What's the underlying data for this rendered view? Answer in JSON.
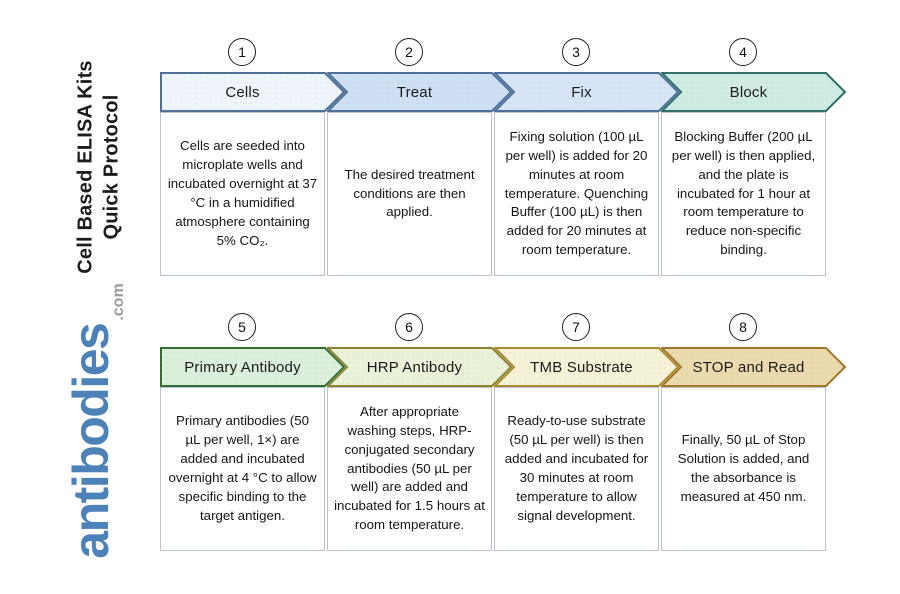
{
  "branding": {
    "vertical_title_line1": "Cell Based ELISA Kits",
    "vertical_title_line2": "Quick Protocol",
    "logo_text": "antibodies",
    "logo_suffix": ".com",
    "logo_color": "#4d82b8",
    "logo_suffix_color": "#9b9b9b"
  },
  "steps": [
    {
      "number": "1",
      "label": "Cells",
      "description": "Cells are seeded into microplate wells and incubated overnight at 37 °C in a humidified atmosphere containing 5% CO₂.",
      "fill": "#eff5fb",
      "stroke": "#4d7099"
    },
    {
      "number": "2",
      "label": "Treat",
      "description": "The desired treatment conditions are then applied.",
      "fill": "#cfdff4",
      "stroke": "#4d7099"
    },
    {
      "number": "3",
      "label": "Fix",
      "description": "Fixing solution (100 µL per well) is added for 20 minutes at room temperature. Quenching Buffer (100 µL) is then added for 20 minutes at room temperature.",
      "fill": "#d8e5f6",
      "stroke": "#4d7099"
    },
    {
      "number": "4",
      "label": "Block",
      "description": "Blocking Buffer (200 µL per well) is then applied, and the plate is incubated for 1 hour at room temperature to reduce non-specific binding.",
      "fill": "#d0ebe3",
      "stroke": "#2f7169"
    },
    {
      "number": "5",
      "label": "Primary Antibody",
      "description": "Primary antibodies (50 µL per well, 1×) are added and incubated overnight at 4 °C to allow specific binding to the target antigen.",
      "fill": "#dcefdb",
      "stroke": "#336f33"
    },
    {
      "number": "6",
      "label": "HRP Antibody",
      "description": "After appropriate washing steps, HRP-conjugated secondary antibodies (50 µL per well) are added and incubated for 1.5 hours at room temperature.",
      "fill": "#ebf2da",
      "stroke": "#8a8533"
    },
    {
      "number": "7",
      "label": "TMB Substrate",
      "description": "Ready-to-use substrate (50 µL per well) is then added and incubated for 30 minutes at room temperature to allow signal development.",
      "fill": "#f6f2d8",
      "stroke": "#ab8b33"
    },
    {
      "number": "8",
      "label": "STOP and Read",
      "description": "Finally, 50 µL of Stop Solution is added, and the absorbance is measured at 450 nm.",
      "fill": "#ecdbae",
      "stroke": "#a1782a"
    }
  ]
}
